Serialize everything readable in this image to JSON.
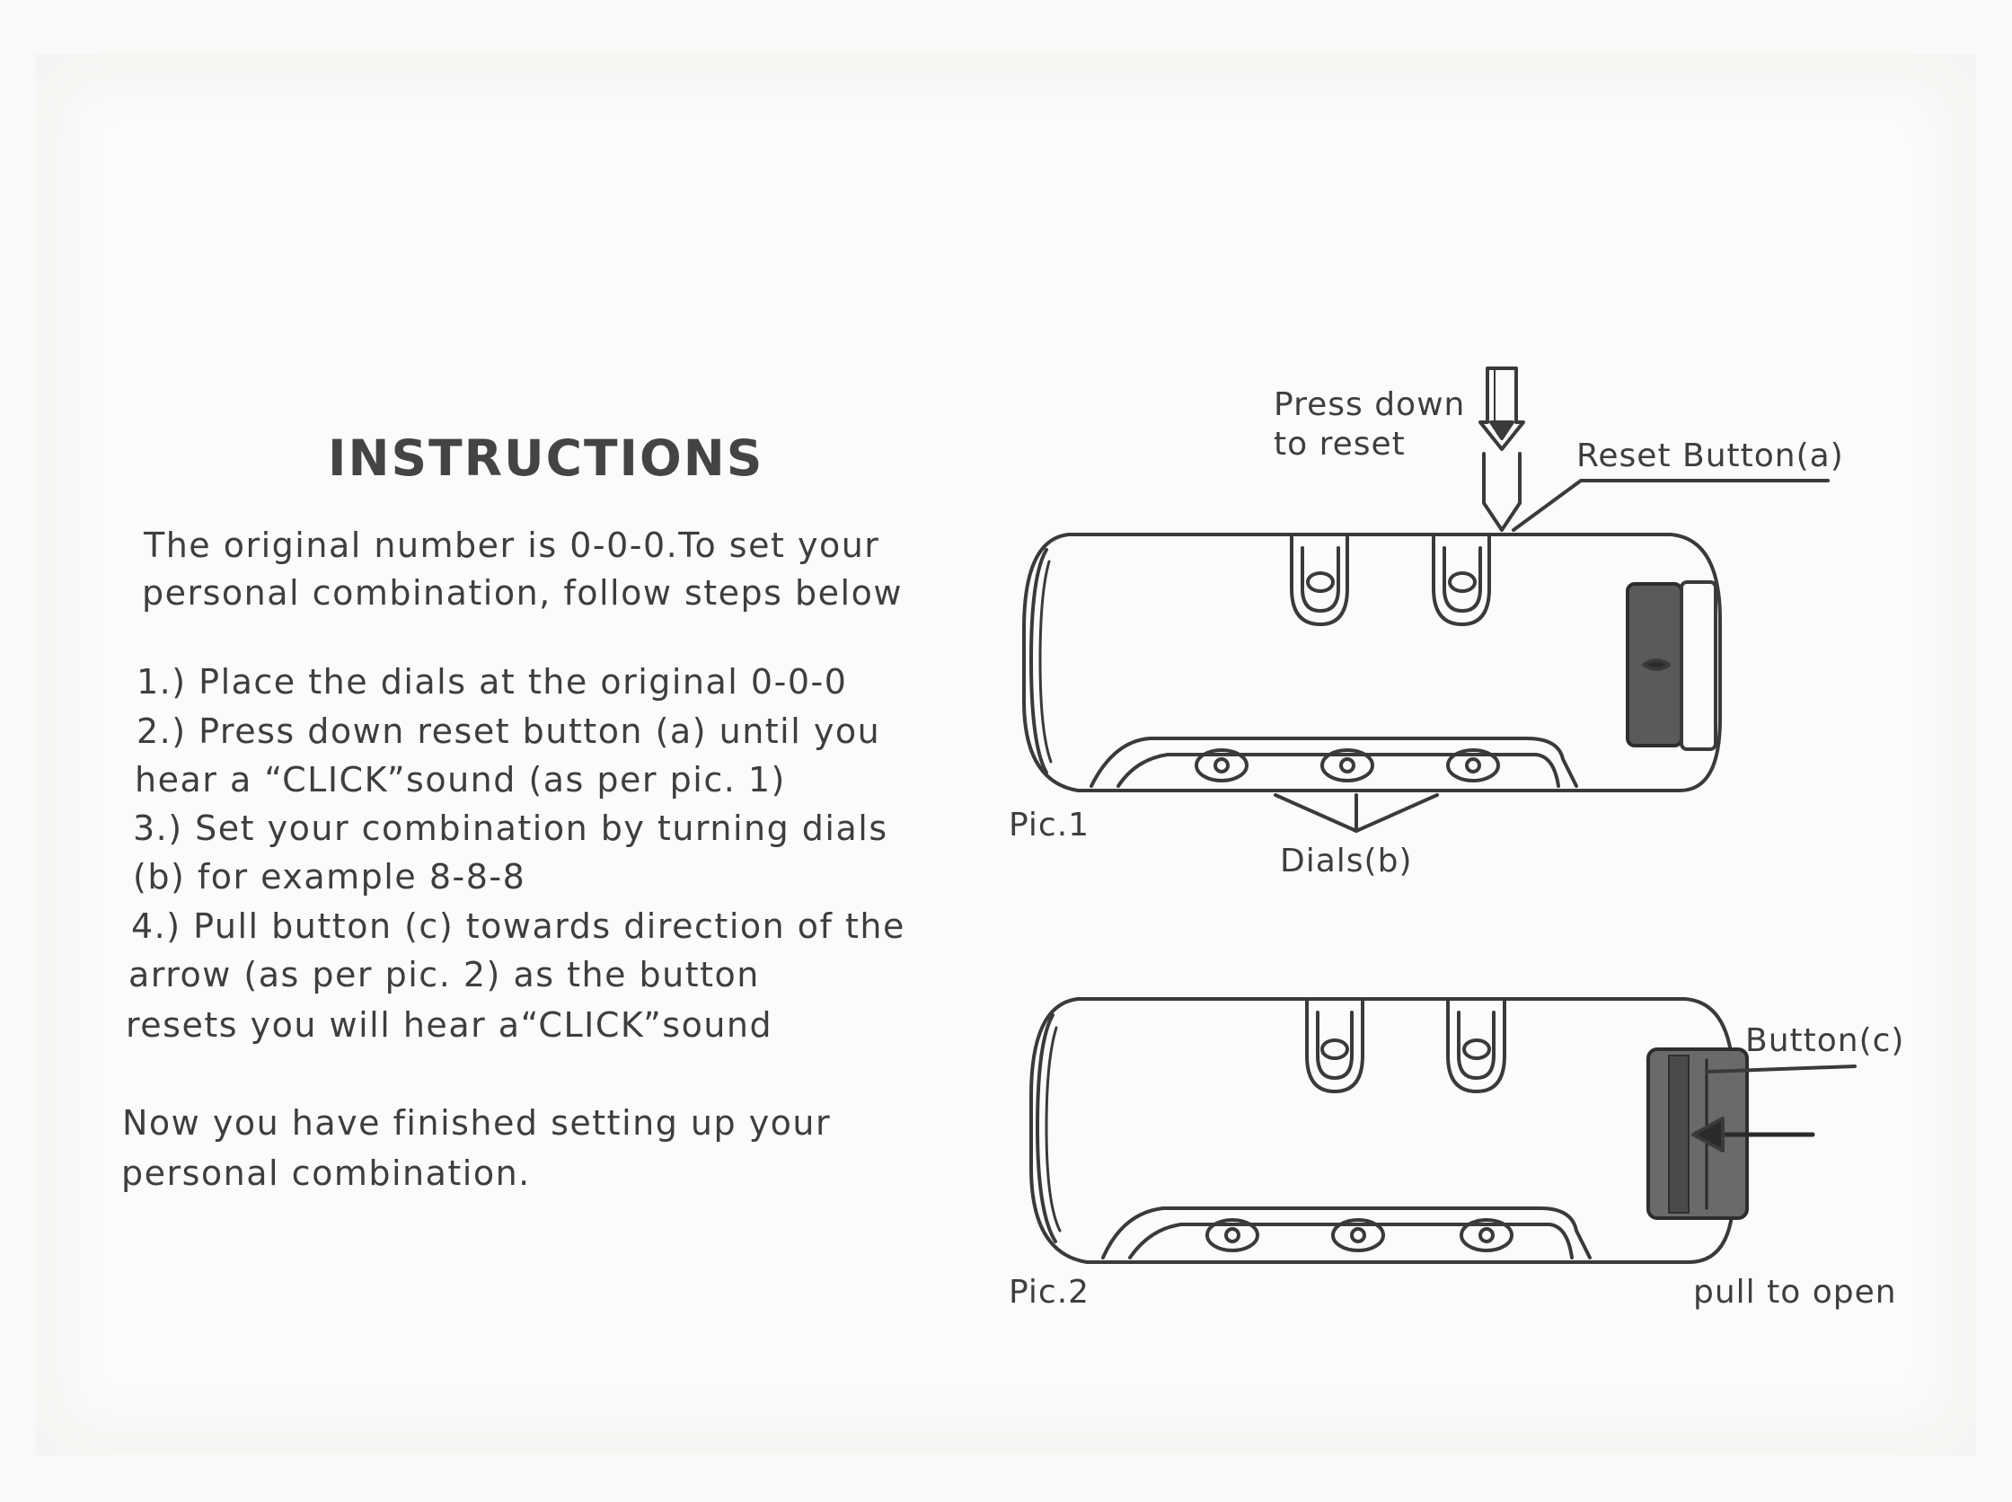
{
  "heading": "INSTRUCTIONS",
  "intro": [
    "The original number is 0-0-0.To set your",
    "personal combination, follow steps below"
  ],
  "steps": [
    "1.) Place the dials at the original 0-0-0",
    "2.) Press down reset button (a) until you",
    "hear a “CLICK”sound (as per pic. 1)",
    "3.) Set your combination by turning dials",
    "(b) for example 8-8-8",
    "4.) Pull button (c) towards direction of the",
    "arrow (as per pic. 2) as the button",
    "resets you will hear a“CLICK”sound"
  ],
  "closing": [
    "Now you have finished setting up your",
    "personal combination."
  ],
  "figure1": {
    "caption": "Pic.1",
    "press_label": [
      "Press down",
      "to reset"
    ],
    "reset_label": "Reset Button(a)",
    "dials_label": "Dials(b)"
  },
  "figure2": {
    "caption": "Pic.2",
    "button_label": "Button(c)",
    "pull_label": "pull to open"
  }
}
